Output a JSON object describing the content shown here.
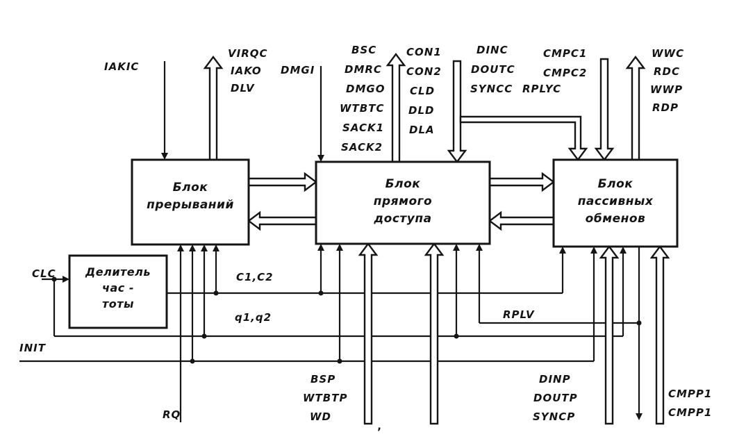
{
  "blocks": {
    "interrupt": {
      "lines": [
        "Блок",
        "прерываний"
      ]
    },
    "dma": {
      "lines": [
        "Блок",
        "прямого",
        "доступа"
      ]
    },
    "passive": {
      "lines": [
        "Блок",
        "пассивных",
        "обменов"
      ]
    },
    "divider": {
      "lines": [
        "Делитель",
        "час -",
        "тоты"
      ]
    }
  },
  "signals": {
    "iakic": "IAKIC",
    "virqc": "VIRQC",
    "iako": "IAKO",
    "dlv": "DLV",
    "dmgi": "DMGI",
    "bsc": "BSC",
    "dmrc": "DMRC",
    "dmgo": "DMGO",
    "wtbtc": "WTBTC",
    "sack1": "SACK1",
    "sack2": "SACK2",
    "con1": "CON1",
    "con2": "CON2",
    "cld": "CLD",
    "dld": "DLD",
    "dla": "DLA",
    "dinc": "DINC",
    "doutc": "DOUTC",
    "syncc": "SYNCC",
    "rplyc": "RPLYC",
    "cmpc1": "CMPC1",
    "cmpc2": "CMPC2",
    "wwc": "WWC",
    "rdc": "RDC",
    "wwp": "WWP",
    "rdp": "RDP",
    "clc": "CLC",
    "c1c2": "C1,C2",
    "q1q2": "q1,q2",
    "init": "INIT",
    "rq": "RQ",
    "bsp": "BSP",
    "wtbtp": "WTBTP",
    "wd": "WD",
    "rplv": "RPLV",
    "dinp": "DINP",
    "doutp": "DOUTP",
    "syncp": "SYNCP",
    "cmpp1a": "CMPP1",
    "cmpp1b": "CMPP1",
    "stray": "’"
  }
}
